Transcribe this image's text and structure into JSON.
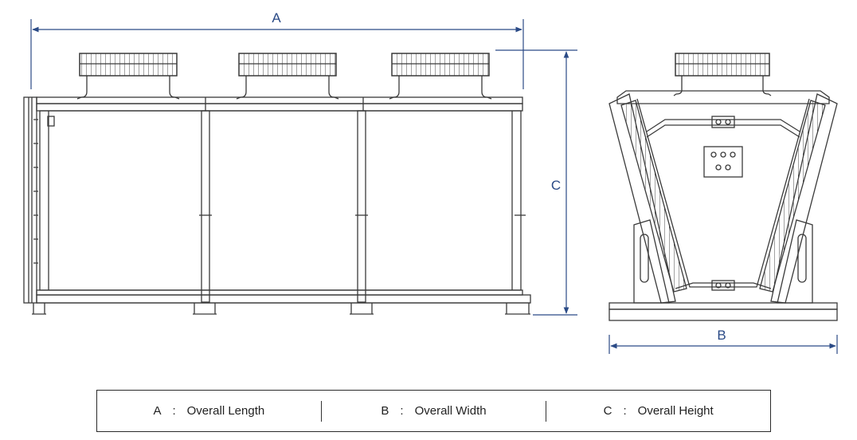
{
  "dimensions": {
    "a_letter": "A",
    "b_letter": "B",
    "c_letter": "C"
  },
  "legend": {
    "separator": ":",
    "items": [
      {
        "key": "A",
        "label": "Overall Length"
      },
      {
        "key": "B",
        "label": "Overall Width"
      },
      {
        "key": "C",
        "label": "Overall Height"
      }
    ]
  },
  "colors": {
    "dimension_line": "#2a4a86",
    "drawing_line": "#3a3a3a",
    "legend_border": "#2a2a2a"
  }
}
